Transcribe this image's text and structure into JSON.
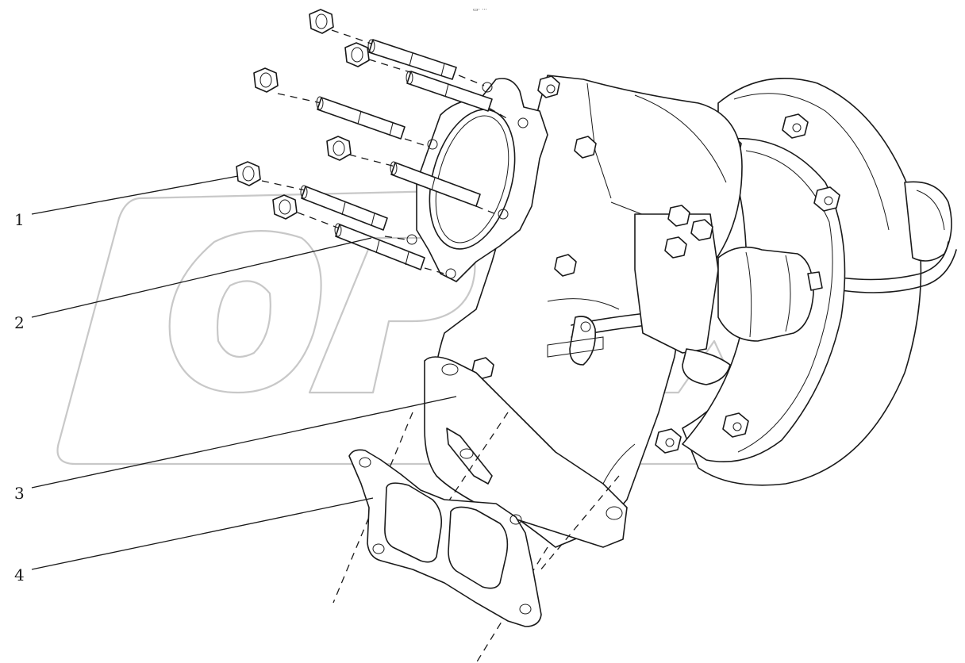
{
  "header_mark": "▭· ···",
  "watermark": "OPEX",
  "callouts": [
    {
      "label": "1"
    },
    {
      "label": "2"
    },
    {
      "label": "3"
    },
    {
      "label": "4"
    }
  ],
  "colors": {
    "line": "#1a1a1a",
    "watermark": "#c8c8c8",
    "background": "#ffffff"
  }
}
